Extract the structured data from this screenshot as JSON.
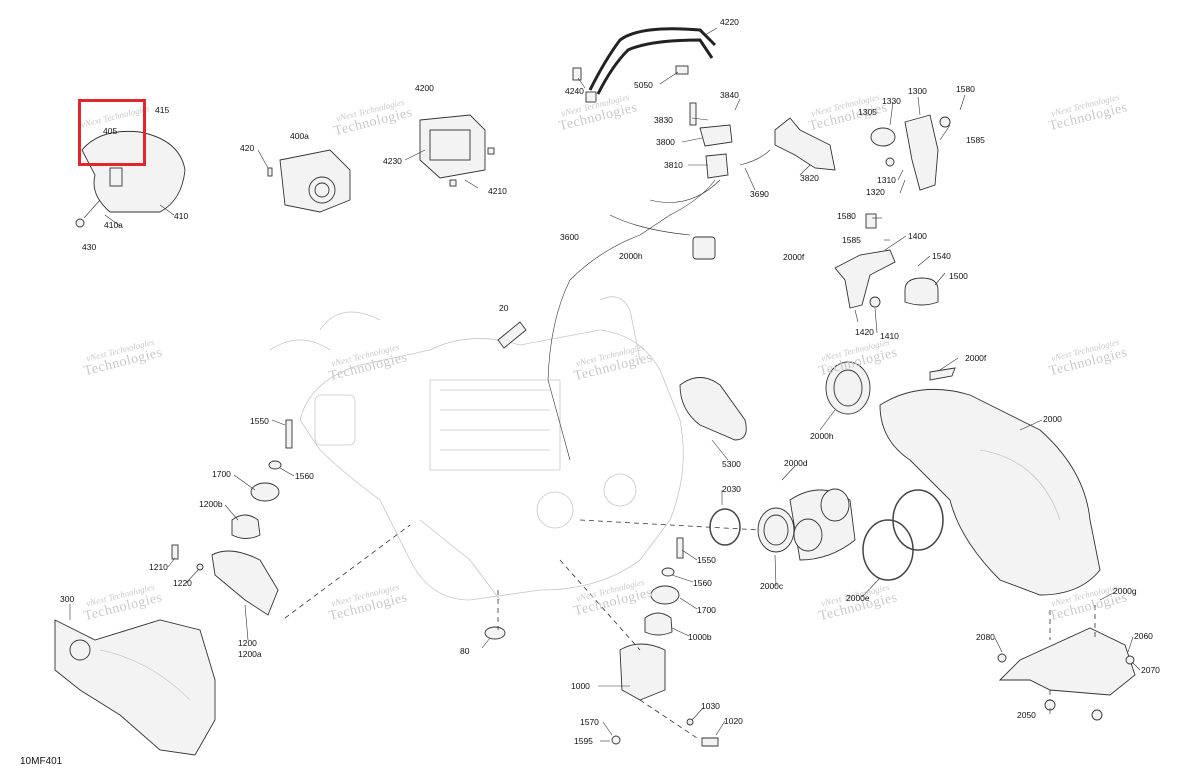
{
  "diagram_code": "10MF401",
  "watermark": {
    "line1": "vNext Technologies",
    "line2": "Technologies"
  },
  "parts": [
    {
      "id": "415",
      "label": "415"
    },
    {
      "id": "405",
      "label": "405"
    },
    {
      "id": "410",
      "label": "410"
    },
    {
      "id": "410a",
      "label": "410a"
    },
    {
      "id": "430",
      "label": "430"
    },
    {
      "id": "420",
      "label": "420"
    },
    {
      "id": "400a",
      "label": "400a"
    },
    {
      "id": "4200",
      "label": "4200"
    },
    {
      "id": "4230",
      "label": "4230"
    },
    {
      "id": "4210",
      "label": "4210"
    },
    {
      "id": "4220",
      "label": "4220"
    },
    {
      "id": "4240",
      "label": "4240"
    },
    {
      "id": "5050",
      "label": "5050"
    },
    {
      "id": "3840",
      "label": "3840"
    },
    {
      "id": "3830",
      "label": "3830"
    },
    {
      "id": "3800",
      "label": "3800"
    },
    {
      "id": "3810",
      "label": "3810"
    },
    {
      "id": "3690",
      "label": "3690"
    },
    {
      "id": "3820",
      "label": "3820"
    },
    {
      "id": "1330",
      "label": "1330"
    },
    {
      "id": "1305",
      "label": "1305"
    },
    {
      "id": "1300",
      "label": "1300"
    },
    {
      "id": "1580a",
      "label": "1580"
    },
    {
      "id": "1585a",
      "label": "1585"
    },
    {
      "id": "1310",
      "label": "1310"
    },
    {
      "id": "1320",
      "label": "1320"
    },
    {
      "id": "3600",
      "label": "3600"
    },
    {
      "id": "2000h-top",
      "label": "2000h"
    },
    {
      "id": "2000f-top",
      "label": "2000f"
    },
    {
      "id": "1580b",
      "label": "1580"
    },
    {
      "id": "1585b",
      "label": "1585"
    },
    {
      "id": "1400",
      "label": "1400"
    },
    {
      "id": "1540",
      "label": "1540"
    },
    {
      "id": "1500",
      "label": "1500"
    },
    {
      "id": "1420",
      "label": "1420"
    },
    {
      "id": "1410",
      "label": "1410"
    },
    {
      "id": "20",
      "label": "20"
    },
    {
      "id": "2000f",
      "label": "2000f"
    },
    {
      "id": "2000",
      "label": "2000"
    },
    {
      "id": "2000h",
      "label": "2000h"
    },
    {
      "id": "5300",
      "label": "5300"
    },
    {
      "id": "2000d",
      "label": "2000d"
    },
    {
      "id": "2030",
      "label": "2030"
    },
    {
      "id": "1550a",
      "label": "1550"
    },
    {
      "id": "1560a",
      "label": "1560"
    },
    {
      "id": "1700a",
      "label": "1700"
    },
    {
      "id": "1200b",
      "label": "1200b"
    },
    {
      "id": "1210",
      "label": "1210"
    },
    {
      "id": "1220",
      "label": "1220"
    },
    {
      "id": "1200",
      "label": "1200"
    },
    {
      "id": "1200a",
      "label": "1200a"
    },
    {
      "id": "300",
      "label": "300"
    },
    {
      "id": "80",
      "label": "80"
    },
    {
      "id": "1550b",
      "label": "1550"
    },
    {
      "id": "1560b",
      "label": "1560"
    },
    {
      "id": "1700b",
      "label": "1700"
    },
    {
      "id": "1000b",
      "label": "1000b"
    },
    {
      "id": "1000",
      "label": "1000"
    },
    {
      "id": "1570",
      "label": "1570"
    },
    {
      "id": "1595",
      "label": "1595"
    },
    {
      "id": "1030",
      "label": "1030"
    },
    {
      "id": "1020",
      "label": "1020"
    },
    {
      "id": "2000c",
      "label": "2000c"
    },
    {
      "id": "2000e",
      "label": "2000e"
    },
    {
      "id": "2000g",
      "label": "2000g"
    },
    {
      "id": "2080",
      "label": "2080"
    },
    {
      "id": "2060",
      "label": "2060"
    },
    {
      "id": "2070",
      "label": "2070"
    },
    {
      "id": "2050",
      "label": "2050"
    }
  ]
}
